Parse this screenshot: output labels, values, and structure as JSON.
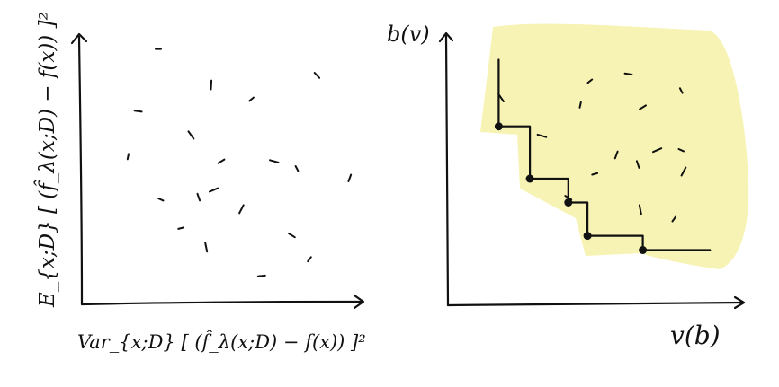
{
  "colors": {
    "ink": "#111111",
    "pareto_region": "#f7f3b4"
  },
  "left_panel": {
    "ylabel": "E_{x;D} [ (f̂_λ(x;D) − f(x)) ]²",
    "xlabel": "Var_{x;D} [ (f̂_λ(x;D) − f(x)) ]²",
    "points": [
      [
        2.0,
        9.6
      ],
      [
        8.3,
        8.5
      ],
      [
        4.1,
        8.1
      ],
      [
        5.7,
        7.5
      ],
      [
        1.2,
        7.0
      ],
      [
        3.3,
        6.0
      ],
      [
        0.8,
        5.1
      ],
      [
        4.5,
        4.9
      ],
      [
        6.6,
        4.9
      ],
      [
        7.5,
        4.6
      ],
      [
        9.6,
        4.2
      ],
      [
        4.2,
        3.7
      ],
      [
        2.1,
        3.3
      ],
      [
        3.6,
        3.4
      ],
      [
        5.3,
        2.9
      ],
      [
        2.9,
        2.1
      ],
      [
        7.3,
        1.8
      ],
      [
        3.9,
        1.3
      ],
      [
        8.0,
        0.8
      ],
      [
        6.1,
        0.1
      ]
    ]
  },
  "right_panel": {
    "ylabel": "b(v)",
    "xlabel": "v(b)",
    "pareto_front": [
      [
        0.8,
        6.2
      ],
      [
        2.1,
        4.0
      ],
      [
        3.7,
        3.0
      ],
      [
        4.5,
        1.6
      ],
      [
        6.8,
        1.0
      ]
    ],
    "frontier_start_top": 9.0,
    "frontier_end_x": 9.6,
    "interior_points": [
      [
        4.6,
        8.1
      ],
      [
        6.2,
        8.4
      ],
      [
        0.9,
        7.4
      ],
      [
        4.2,
        7.1
      ],
      [
        6.8,
        7.0
      ],
      [
        2.6,
        5.8
      ],
      [
        8.4,
        7.7
      ],
      [
        5.7,
        5.0
      ],
      [
        7.4,
        5.2
      ],
      [
        8.4,
        5.2
      ],
      [
        6.6,
        4.6
      ],
      [
        8.5,
        4.3
      ],
      [
        4.8,
        4.2
      ],
      [
        3.7,
        3.2
      ],
      [
        6.7,
        2.7
      ],
      [
        8.1,
        2.3
      ]
    ]
  }
}
